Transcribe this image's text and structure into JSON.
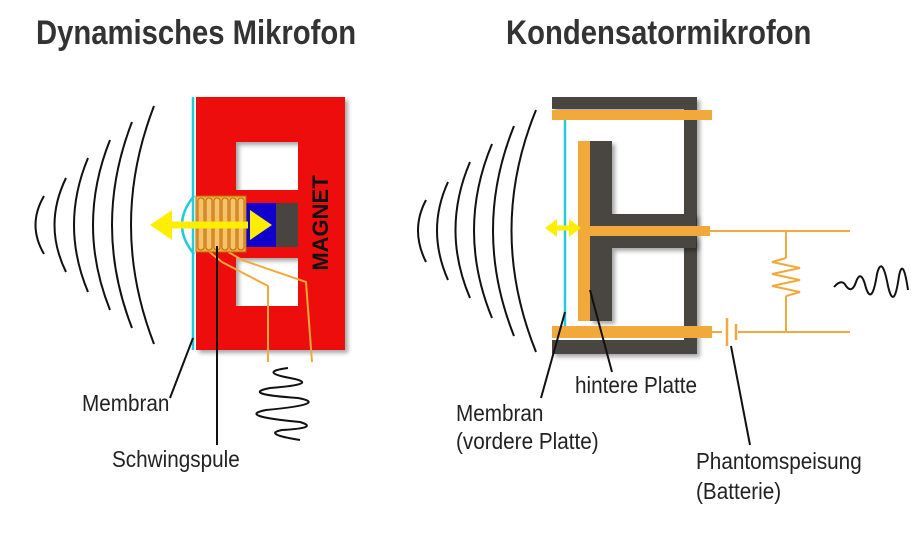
{
  "titles": {
    "dynamic": "Dynamisches Mikrofon",
    "condenser": "Kondensatormikrofon"
  },
  "dynamic_labels": {
    "magnet": "MAGNET",
    "membrane": "Membran",
    "coil": "Schwingspule"
  },
  "condenser_labels": {
    "membrane_line1": "Membran",
    "membrane_line2": "(vordere Platte)",
    "back_plate": "hintere Platte",
    "phantom_line1": "Phantomspeisung",
    "phantom_line2": "(Batterie)"
  },
  "colors": {
    "magnet_body": "#ee1111",
    "magnet_core": "#1100cc",
    "coil": "#f2a93b",
    "condenser_plate": "#f2a93b",
    "housing": "#4a4440",
    "membrane": "#22ccdd",
    "arrow": "#ffee00",
    "text": "#333333"
  }
}
